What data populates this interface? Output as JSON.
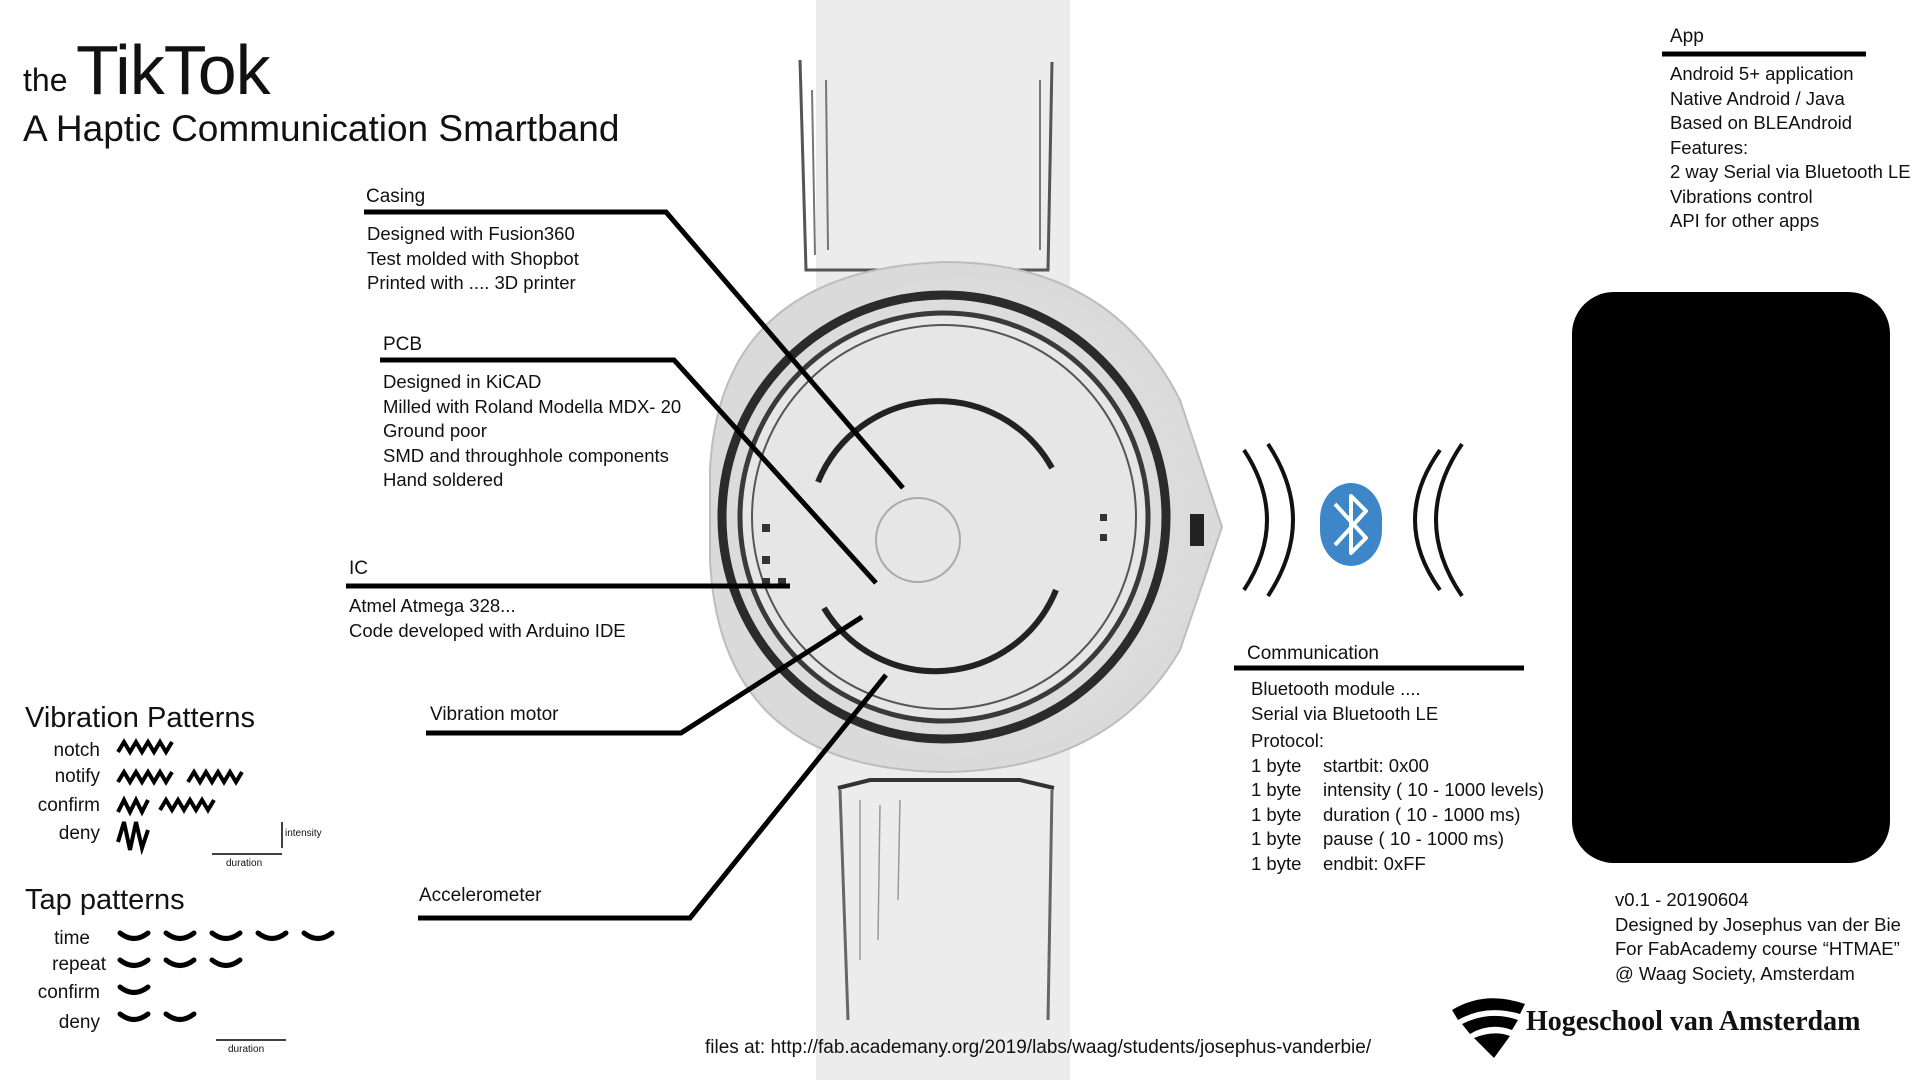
{
  "title": {
    "prefix": "the",
    "main": "TikTok",
    "subtitle": "A Haptic Communication Smartband"
  },
  "casing": {
    "label": "Casing",
    "lines": [
      "Designed with Fusion360",
      "Test molded with Shopbot",
      "Printed with .... 3D printer"
    ]
  },
  "pcb": {
    "label": "PCB",
    "lines": [
      "Designed in KiCAD",
      "Milled with Roland Modella MDX- 20",
      "Ground poor",
      "SMD and throughhole components",
      "Hand soldered"
    ]
  },
  "ic": {
    "label": "IC",
    "lines": [
      "Atmel Atmega 328...",
      "Code developed with Arduino IDE"
    ]
  },
  "vibration_motor": {
    "label": "Vibration motor"
  },
  "accelerometer": {
    "label": "Accelerometer"
  },
  "app": {
    "label": "App",
    "lines": [
      "Android 5+ application",
      "Native Android / Java",
      "Based on BLEAndroid",
      "Features:",
      "2 way Serial via Bluetooth LE",
      "Vibrations control",
      "API for other apps"
    ]
  },
  "communication": {
    "label": "Communication",
    "lines": [
      "Bluetooth module ....",
      "Serial via Bluetooth LE"
    ],
    "protocol_label": "Protocol:",
    "protocol": [
      {
        "size": "1 byte",
        "desc": "startbit: 0x00"
      },
      {
        "size": "1 byte",
        "desc": "intensity ( 10 - 1000 levels)"
      },
      {
        "size": "1 byte",
        "desc": "duration ( 10 - 1000 ms)"
      },
      {
        "size": "1 byte",
        "desc": "pause ( 10 - 1000 ms)"
      },
      {
        "size": "1 byte",
        "desc": "endbit: 0xFF"
      }
    ]
  },
  "vibration_patterns": {
    "title": "Vibration Patterns",
    "items": [
      "notch",
      "notify",
      "confirm",
      "deny"
    ],
    "intensity_label": "intensity",
    "duration_label": "duration"
  },
  "tap_patterns": {
    "title": "Tap patterns",
    "items": [
      "time",
      "repeat",
      "confirm",
      "deny"
    ],
    "duration_label": "duration"
  },
  "credits": [
    "v0.1 - 20190604",
    "Designed by Josephus van der Bie",
    "For FabAcademy course “HTMAE”",
    "@ Waag Society, Amsterdam"
  ],
  "files": "files at: http://fab.academany.org/2019/labs/waag/students/josephus-vanderbie/",
  "logo_text": "Hogeschool van Amsterdam",
  "colors": {
    "bluetooth": "#3d87c8",
    "phone": "#000000",
    "band": "#ececec"
  }
}
